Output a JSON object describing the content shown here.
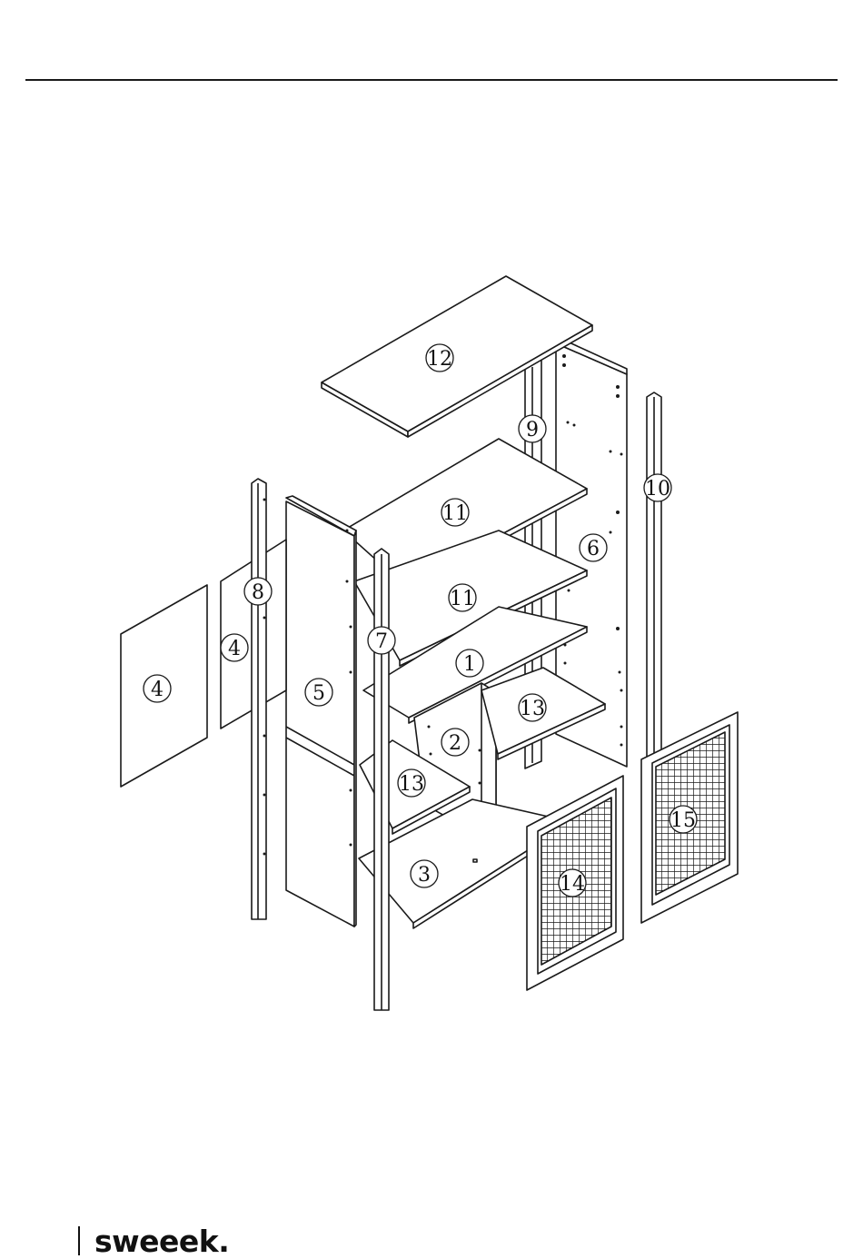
{
  "brand": {
    "name": "sweeek."
  },
  "colors": {
    "ink": "#1a1a1a",
    "panel": "#ffffff"
  },
  "parts": [
    {
      "id": "p1",
      "label": "1"
    },
    {
      "id": "p2",
      "label": "2"
    },
    {
      "id": "p3",
      "label": "3"
    },
    {
      "id": "p4a",
      "label": "4"
    },
    {
      "id": "p4b",
      "label": "4"
    },
    {
      "id": "p5",
      "label": "5"
    },
    {
      "id": "p6",
      "label": "6"
    },
    {
      "id": "p7",
      "label": "7"
    },
    {
      "id": "p8",
      "label": "8"
    },
    {
      "id": "p9",
      "label": "9"
    },
    {
      "id": "p10",
      "label": "10"
    },
    {
      "id": "p11a",
      "label": "11"
    },
    {
      "id": "p11b",
      "label": "11"
    },
    {
      "id": "p12",
      "label": "12"
    },
    {
      "id": "p13a",
      "label": "13"
    },
    {
      "id": "p13b",
      "label": "13"
    },
    {
      "id": "p14",
      "label": "14"
    },
    {
      "id": "p15",
      "label": "15"
    }
  ]
}
